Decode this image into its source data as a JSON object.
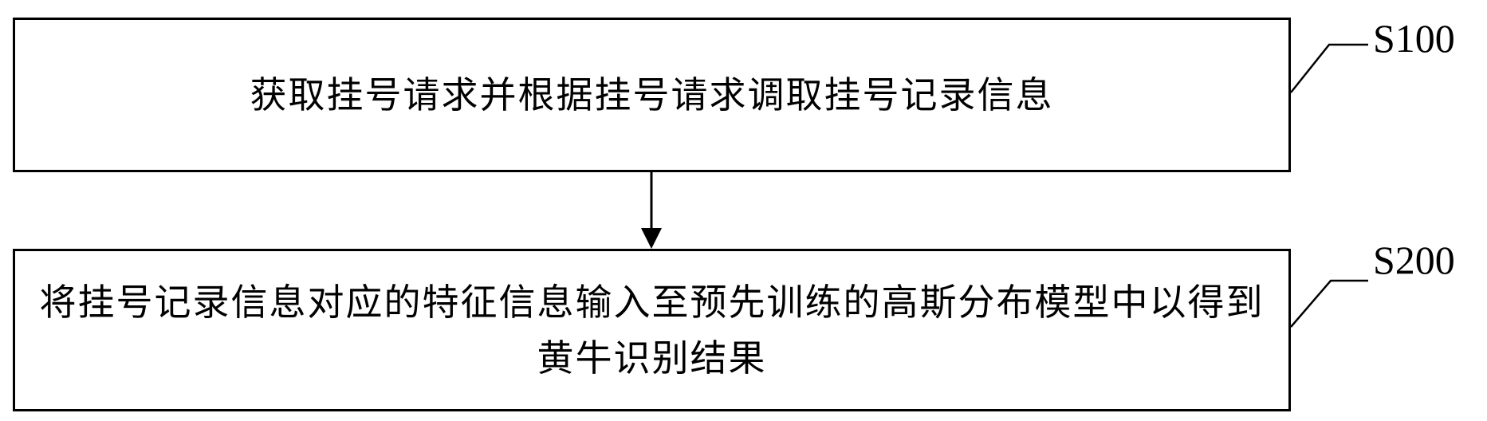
{
  "steps": [
    {
      "id": "S100",
      "label": "S100",
      "text": "获取挂号请求并根据挂号请求调取挂号记录信息"
    },
    {
      "id": "S200",
      "label": "S200",
      "text": "将挂号记录信息对应的特征信息输入至预先训练的高斯分布模型中以得到黄牛识别结果"
    }
  ],
  "flow": {
    "from": "S100",
    "to": "S200",
    "line_color": "#000000"
  }
}
